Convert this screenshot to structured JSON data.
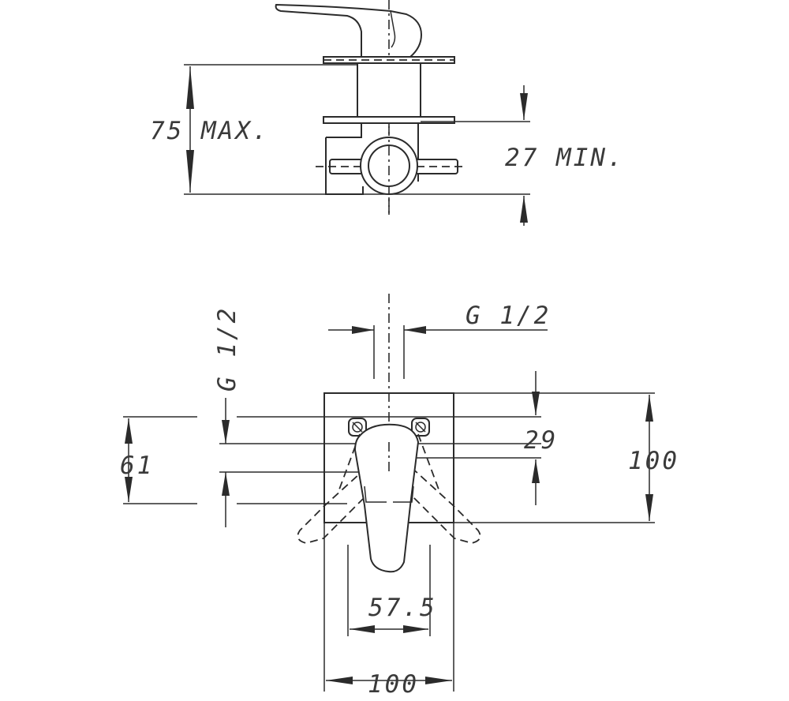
{
  "dimensions": {
    "depth_max": "75 MAX.",
    "depth_min": "27 MIN.",
    "thread_horizontal": "G 1/2",
    "thread_vertical": "G 1/2",
    "vertical_61": "61",
    "vertical_29": "29",
    "plate_height": "100",
    "handle_width": "57.5",
    "plate_width": "100"
  }
}
